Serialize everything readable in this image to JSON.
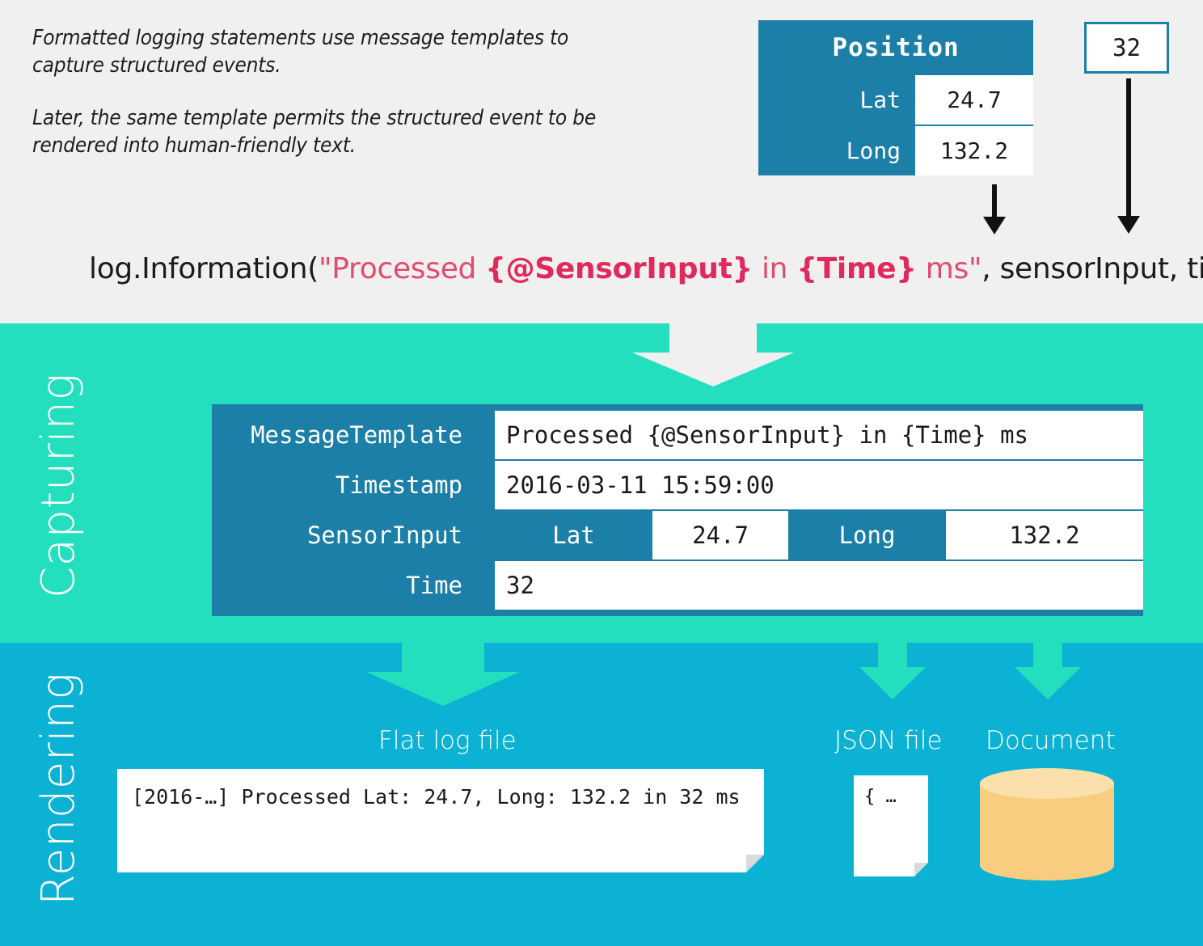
{
  "colors": {
    "page_bg": "#f0f0f0",
    "capturing_bg": "#24dfbd",
    "rendering_bg": "#0bb2d4",
    "table_header": "#1b7fa8",
    "accent_pink": "#e04b6e",
    "document_fill": "#f8cd7f"
  },
  "intro": {
    "paragraph_1": "Formatted logging statements use message templates to capture structured events.",
    "paragraph_2": "Later, the same template permits the structured event to be rendered into human-friendly text."
  },
  "position_table": {
    "title": "Position",
    "rows": [
      {
        "key": "Lat",
        "value": "24.7"
      },
      {
        "key": "Long",
        "value": "132.2"
      }
    ]
  },
  "time_box": {
    "value": "32"
  },
  "code_line": {
    "full": "log.Information(\"Processed {@SensorInput} in {Time} ms\", sensorInput, time)",
    "prefix": "log.Information(",
    "quote_open": "\"",
    "literal_1": "Processed ",
    "token_sensor": "{@SensorInput}",
    "literal_2": " in ",
    "token_time": "{Time}",
    "literal_3": " ms",
    "quote_close": "\"",
    "suffix": ", sensorInput, time)"
  },
  "bands": {
    "capturing_label": "Capturing",
    "rendering_label": "Rendering"
  },
  "event_table": {
    "rows": [
      {
        "key": "MessageTemplate",
        "value": "Processed {@SensorInput} in {Time} ms"
      },
      {
        "key": "Timestamp",
        "value": "2016-03-11 15:59:00"
      },
      {
        "key": "SensorInput",
        "pairs": [
          {
            "key": "Lat",
            "value": "24.7"
          },
          {
            "key": "Long",
            "value": "132.2"
          }
        ]
      },
      {
        "key": "Time",
        "value": "32"
      }
    ]
  },
  "outputs": {
    "flat_log": {
      "label": "Flat log file",
      "content": "[2016-…] Processed Lat: 24.7, Long: 132.2 in 32 ms"
    },
    "json_file": {
      "label": "JSON file",
      "content": "{ …"
    },
    "document": {
      "label": "Document"
    }
  },
  "icons": {
    "arrow_down": "arrow-down-icon",
    "chevron_down": "chevron-down-icon",
    "database_cylinder": "database-cylinder-icon",
    "page_fold": "page-fold-icon"
  }
}
